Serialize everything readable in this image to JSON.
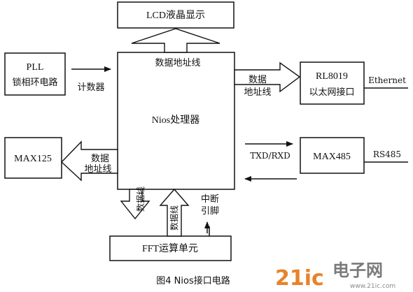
{
  "blocks": {
    "lcd": "LCD液晶显示",
    "pll_title": "PLL",
    "pll_sub": "锁相环电路",
    "nios": "Nios处理器",
    "rl8019_title": "RL8019",
    "rl8019_sub": "以太网接口",
    "max125": "MAX125",
    "max485": "MAX485",
    "fft": "FFT运算单元"
  },
  "labels": {
    "nios_lcd_bus": "数据地址线",
    "pll_counter": "计数器",
    "rl8019_bus_1": "数据",
    "rl8019_bus_2": "地址线",
    "ethernet": "Ethernet",
    "max125_bus_1": "数据",
    "max125_bus_2": "地址线",
    "txd_rxd": "TXD/RXD",
    "rs485": "RS485",
    "fft_down_bus": "数据线",
    "fft_up_bus": "数据线",
    "interrupt_1": "中断",
    "interrupt_2": "引脚"
  },
  "caption": "图4  Nios接口电路",
  "watermark": {
    "part1": "21ic",
    "part2": "电子网",
    "url": "www.21ic.com"
  }
}
